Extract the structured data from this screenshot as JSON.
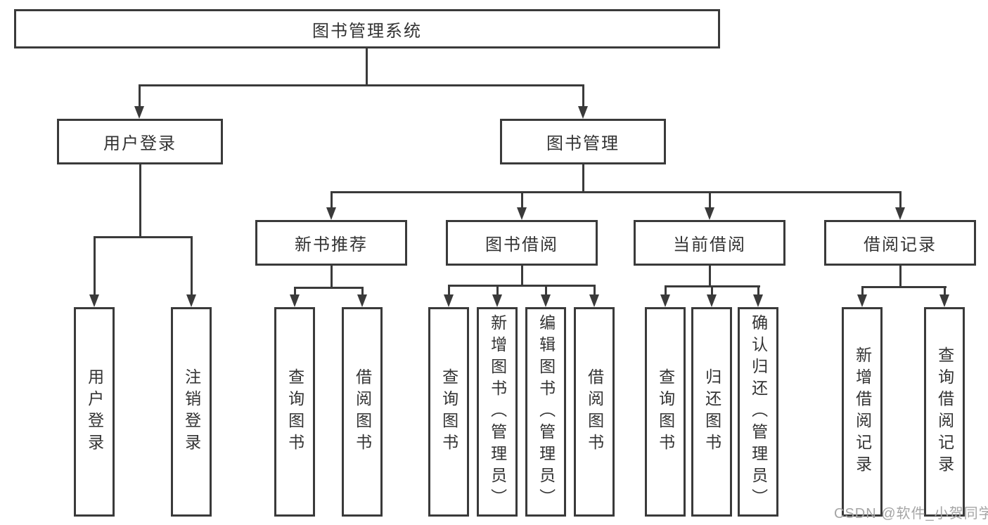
{
  "diagram": {
    "root": {
      "label": "图书管理系统"
    },
    "branches": [
      {
        "label": "用户登录",
        "children": [
          {
            "label": "用户登录"
          },
          {
            "label": "注销登录"
          }
        ]
      },
      {
        "label": "图书管理",
        "children": [
          {
            "label": "新书推荐",
            "children": [
              {
                "label": "查询图书"
              },
              {
                "label": "借阅图书"
              }
            ]
          },
          {
            "label": "图书借阅",
            "children": [
              {
                "label": "查询图书"
              },
              {
                "label": "新增图书（管理员）"
              },
              {
                "label": "编辑图书（管理员）"
              },
              {
                "label": "借阅图书"
              }
            ]
          },
          {
            "label": "当前借阅",
            "children": [
              {
                "label": "查询图书"
              },
              {
                "label": "归还图书"
              },
              {
                "label": "确认归还（管理员）"
              }
            ]
          },
          {
            "label": "借阅记录",
            "children": [
              {
                "label": "新增借阅记录"
              },
              {
                "label": "查询借阅记录"
              }
            ]
          }
        ]
      }
    ],
    "watermark": "CSDN @软件_小贺同学",
    "colors": {
      "line": "#3a3a3a",
      "text": "#333333",
      "watermark": "#a5a5a5",
      "background": "#ffffff"
    }
  }
}
